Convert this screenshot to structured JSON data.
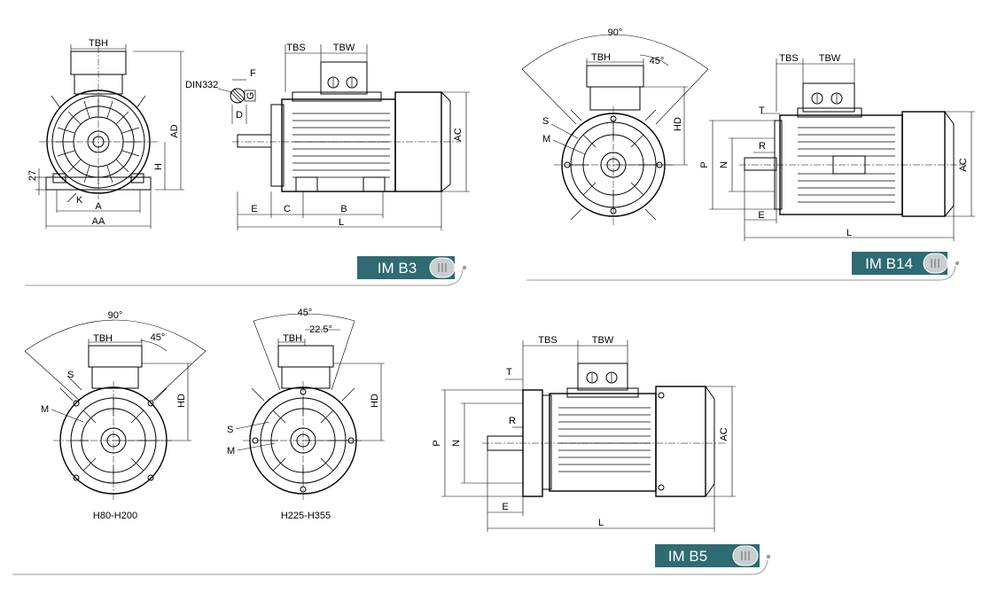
{
  "diagrams": {
    "b3": {
      "badge": "IM B3",
      "labels": {
        "tbh": "TBH",
        "tbs": "TBS",
        "tbw": "TBW",
        "ad": "AD",
        "h": "H",
        "k": "K",
        "a": "A",
        "aa": "AA",
        "e": "E",
        "c": "C",
        "b": "B",
        "l": "L",
        "ac": "AC",
        "f": "F",
        "g": "G",
        "d": "D",
        "din": "DIN332",
        "n27": "27"
      }
    },
    "b14": {
      "badge": "IM B14",
      "labels": {
        "deg90": "90°",
        "deg45": "45°",
        "tbh": "TBH",
        "s": "S",
        "m": "M",
        "hd": "HD",
        "tbs": "TBS",
        "tbw": "TBW",
        "t": "T",
        "r": "R",
        "p": "P",
        "n": "N",
        "e": "E",
        "l": "L",
        "ac": "AC"
      }
    },
    "b5_front_small": {
      "caption": "H80-H200",
      "labels": {
        "deg90": "90°",
        "deg45": "45°",
        "tbh": "TBH",
        "s": "S",
        "m": "M",
        "hd": "HD"
      }
    },
    "b5_front_large": {
      "caption": "H225-H355",
      "labels": {
        "deg45": "45°",
        "deg225": "22.5°",
        "tbh": "TBH",
        "s": "S",
        "m": "M",
        "hd": "HD"
      }
    },
    "b5": {
      "badge": "IM B5",
      "labels": {
        "tbs": "TBS",
        "tbw": "TBW",
        "t": "T",
        "r": "R",
        "p": "P",
        "n": "N",
        "e": "E",
        "l": "L",
        "ac": "AC"
      }
    }
  },
  "colors": {
    "badge": "#2e6b73",
    "badge_pill": "#c9cfcf",
    "rule": "#9a9a9a"
  }
}
